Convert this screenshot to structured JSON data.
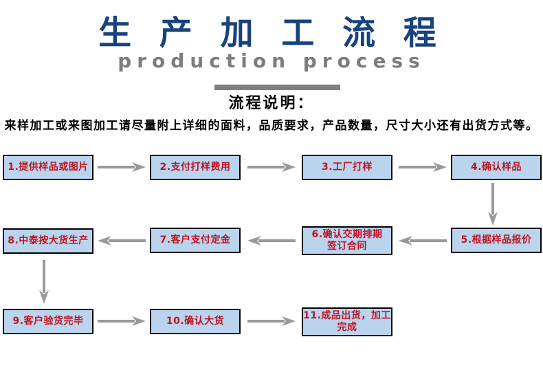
{
  "header": {
    "title": "生 产 加 工 流 程",
    "subtitle": "production process",
    "section_label": "流程说明：",
    "description": "来样加工或来图加工请尽量附上详细的面料，品质要求，产品数量，尺寸大小还有出货方式等。"
  },
  "colors": {
    "title_navy": "#17427d",
    "subtitle_gray": "#7d7d7d",
    "divider_gray": "#808080",
    "box_fill": "#bad4ee",
    "box_border": "#000000",
    "box_text_red": "#c0121f",
    "arrow_gray": "#999999"
  },
  "flow": {
    "steps": [
      {
        "label": "1.提供样品或图片"
      },
      {
        "label": "2.支付打样费用"
      },
      {
        "label": "3.工厂打样"
      },
      {
        "label": "4.确认样品"
      },
      {
        "label": "5.根据样品报价"
      },
      {
        "label": "6.确认交期排期\n签订合同"
      },
      {
        "label": "7.客户支付定金"
      },
      {
        "label": "8.中泰按大货生产"
      },
      {
        "label": "9.客户验货完毕"
      },
      {
        "label": "10.确认大货"
      },
      {
        "label": "11.成品出货，加工\n完成"
      }
    ]
  }
}
